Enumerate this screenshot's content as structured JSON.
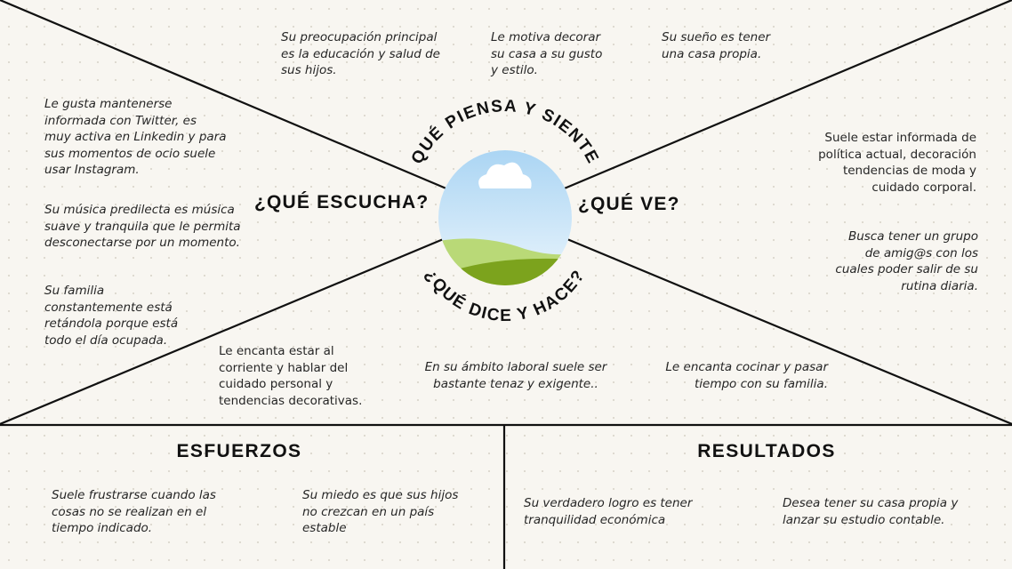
{
  "map": {
    "headings": {
      "thinks_feels": "¿QUÉ PIENSA Y SIENTE?",
      "says_does": "¿QUÉ DICE Y HACE?",
      "hears": "¿QUÉ ESCUCHA?",
      "sees": "¿QUÉ VE?"
    },
    "thinks_feels": [
      "Su preocupación principal\nes la educación y salud de\nsus hijos.",
      "Le motiva decorar\nsu casa a su gusto\ny estilo.",
      "Su sueño es tener\nuna casa propia."
    ],
    "hears": [
      " Le gusta mantenerse\ninformada con Twitter, es\nmuy activa en Linkedin y para\nsus momentos de ocio suele\nusar Instagram.",
      "Su música predilecta es música\nsuave y tranquila que le permita\ndesconectarse por un momento.",
      "Su familia\nconstantemente está\nretándola porque está\ntodo el día ocupada."
    ],
    "sees": [
      "Suele estar informada de\npolítica actual, decoración\ntendencias de moda y\ncuidado corporal.",
      "Busca tener un grupo\nde amig@s con los\ncuales poder salir de su\nrutina diaria."
    ],
    "says_does": [
      "Le encanta estar al\ncorriente y hablar del\ncuidado personal y\ntendencias decorativas.",
      "En su ámbito laboral suele ser\nbastante tenaz y exigente..",
      "Le encanta cocinar y pasar\ntiempo con su familia."
    ]
  },
  "efforts": {
    "title": "ESFUERZOS",
    "notes": [
      "Suele frustrarse cuando las\ncosas no se realizan en el\ntiempo indicado.",
      "Su miedo es que sus hijos\nno crezcan en un país\nestable"
    ]
  },
  "results": {
    "title": "RESULTADOS",
    "notes": [
      "Su verdadero logro es tener\ntranquilidad económica",
      "Desea tener su casa propia y\nlanzar su estudio contable."
    ]
  },
  "colors": {
    "background": "#f8f6f1",
    "lines": "#111111",
    "sky": "#cfe7f8",
    "cloud": "#ffffff",
    "hill_light": "#b9d977",
    "hill_dark": "#7ca31d"
  }
}
